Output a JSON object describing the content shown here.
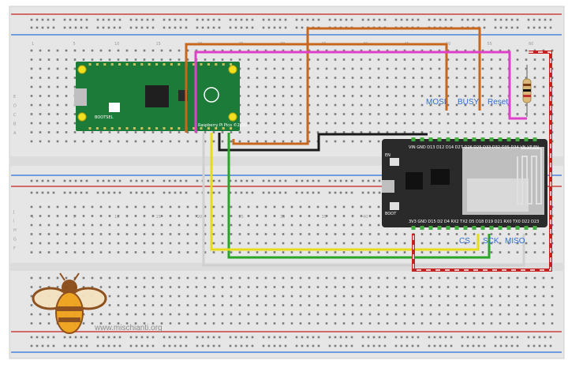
{
  "breadboard": {
    "column_numbers": [
      "1",
      "5",
      "10",
      "15",
      "20",
      "25",
      "30",
      "35",
      "40",
      "45",
      "50",
      "55",
      "60"
    ],
    "row_letters_left": [
      "A",
      "B",
      "C",
      "D",
      "E",
      "F",
      "G",
      "H",
      "I",
      "J"
    ]
  },
  "pico": {
    "brand": "Raspberry Pi Pico ©2020",
    "bootsel": "BOOTSEL"
  },
  "esp32": {
    "top_pins": "VIN GND D13 D12 D14 D27 D26 D25 D33 D32 D35 D34 VN VP EN",
    "bottom_pins": "3V3 GND D15 D2 D4 RX2 TX2 D5 D18 D19 D21 RX0 TX0 D22 D23",
    "btn_left": "EN",
    "btn_right": "BOOT"
  },
  "labels": {
    "mosi": "MOSI",
    "busy": "BUSY",
    "reset": "Reset",
    "cs": "CS",
    "sck": "SCK",
    "miso": "MISO"
  },
  "watermark": {
    "site": "www.mischianti.org"
  },
  "colors": {
    "board": "#e8e8e8",
    "pico_green": "#1d7b3a",
    "esp_black": "#2a2a2a",
    "wire_orange": "#c8661c",
    "wire_magenta": "#e040c8",
    "wire_black": "#1a1a1a",
    "wire_green": "#2aa52a",
    "wire_yellow": "#e8dc18",
    "wire_white": "#d8d8d8",
    "wire_red": "#c62020",
    "label_blue": "#2f6fd6"
  }
}
